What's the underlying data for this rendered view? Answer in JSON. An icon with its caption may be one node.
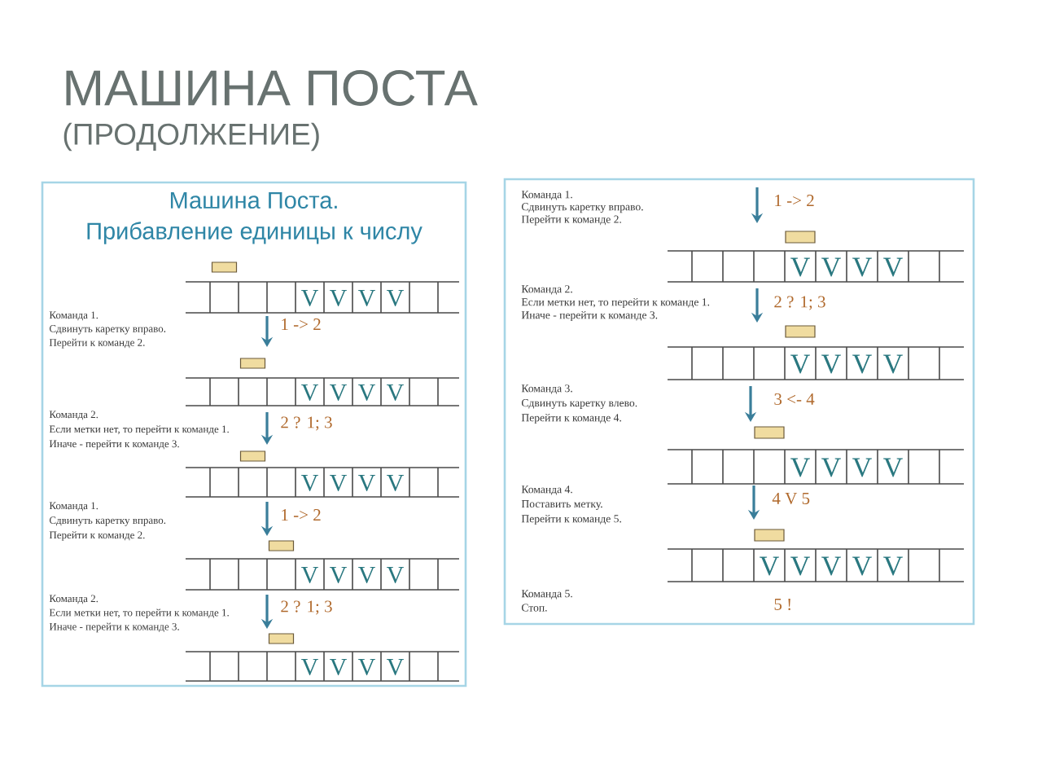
{
  "diagram": {
    "title": "МАШИНА ПОСТА",
    "labels": [
      "(ПРОДОЛЖЕНИЕ)",
      "Машина Поста.",
      "Прибавление единицы к числу",
      "V",
      "V",
      "V",
      "V",
      "Команда 1.",
      "Сдвинуть каретку вправо.",
      "Перейти к команде 2.",
      "1 -> 2",
      "V",
      "V",
      "V",
      "V",
      "Команда 2.",
      "Если метки нет, то перейти к команде 1.",
      "Иначе - перейти к команде 3.",
      "2 ? 1; 3",
      "V",
      "V",
      "V",
      "V",
      "Команда 1.",
      "Сдвинуть каретку вправо.",
      "Перейти к команде 2.",
      "1 -> 2",
      "V",
      "V",
      "V",
      "V",
      "Команда 2.",
      "Если метки нет, то перейти к команде 1.",
      "Иначе - перейти к команде 3.",
      "2 ? 1; 3",
      "V",
      "V",
      "V",
      "V",
      "Команда 1.",
      "Сдвинуть каретку вправо.",
      "Перейти к команде 2.",
      "1 -> 2",
      "V",
      "V",
      "V",
      "V",
      "Команда 2.",
      "Если метки нет, то перейти к команде 1.",
      "Иначе - перейти к команде 3.",
      "2 ? 1; 3",
      "V",
      "V",
      "V",
      "V",
      "Команда 3.",
      "Сдвинуть каретку влево.",
      "Перейти к команде 4.",
      "3 <- 4",
      "V",
      "V",
      "V",
      "V",
      "Команда 4.",
      "Поставить метку.",
      "Перейти к команде 5.",
      "4 V 5",
      "V",
      "V",
      "V",
      "V",
      "V",
      "Команда 5.",
      "Стоп.",
      "5 !"
    ]
  }
}
